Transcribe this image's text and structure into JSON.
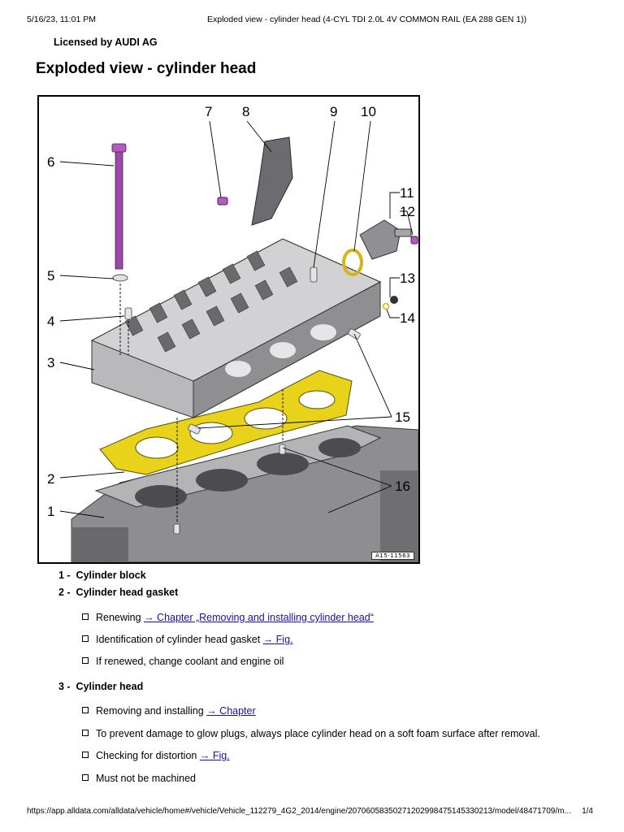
{
  "print_header": {
    "date": "5/16/23, 11:01 PM",
    "doc_title": "Exploded view - cylinder head (4-CYL TDI 2.0L 4V COMMON RAIL (EA 288 GEN 1))"
  },
  "licensed": "Licensed by AUDI AG",
  "page_title": "Exploded view - cylinder head",
  "figure": {
    "reference": "A15-11563",
    "callouts": [
      "1",
      "2",
      "3",
      "4",
      "5",
      "6",
      "7",
      "8",
      "9",
      "10",
      "11",
      "12",
      "13",
      "14",
      "15",
      "16"
    ]
  },
  "items": [
    {
      "num": "1 -",
      "title": "Cylinder block",
      "notes": []
    },
    {
      "num": "2 -",
      "title": "Cylinder head gasket",
      "notes": [
        {
          "text": "Renewing ",
          "link": "→ Chapter „Removing and installing cylinder head“"
        },
        {
          "text": "Identification of cylinder head gasket ",
          "link": "→ Fig."
        },
        {
          "text": "If renewed, change coolant and engine oil",
          "link": ""
        }
      ]
    },
    {
      "num": "3 -",
      "title": "Cylinder head",
      "notes": [
        {
          "text": "Removing and installing ",
          "link": "→ Chapter"
        },
        {
          "text": "To prevent damage to glow plugs, always place cylinder head on a soft foam surface after removal.",
          "link": ""
        },
        {
          "text": "Checking for distortion ",
          "link": "→ Fig."
        },
        {
          "text": "Must not be machined",
          "link": ""
        }
      ]
    }
  ],
  "print_footer": {
    "url": "https://app.alldata.com/alldata/vehicle/home#/vehicle/Vehicle_112279_4G2_2014/engine/20706058350271202998475145330213/model/48471709/m...",
    "page": "1/4"
  }
}
